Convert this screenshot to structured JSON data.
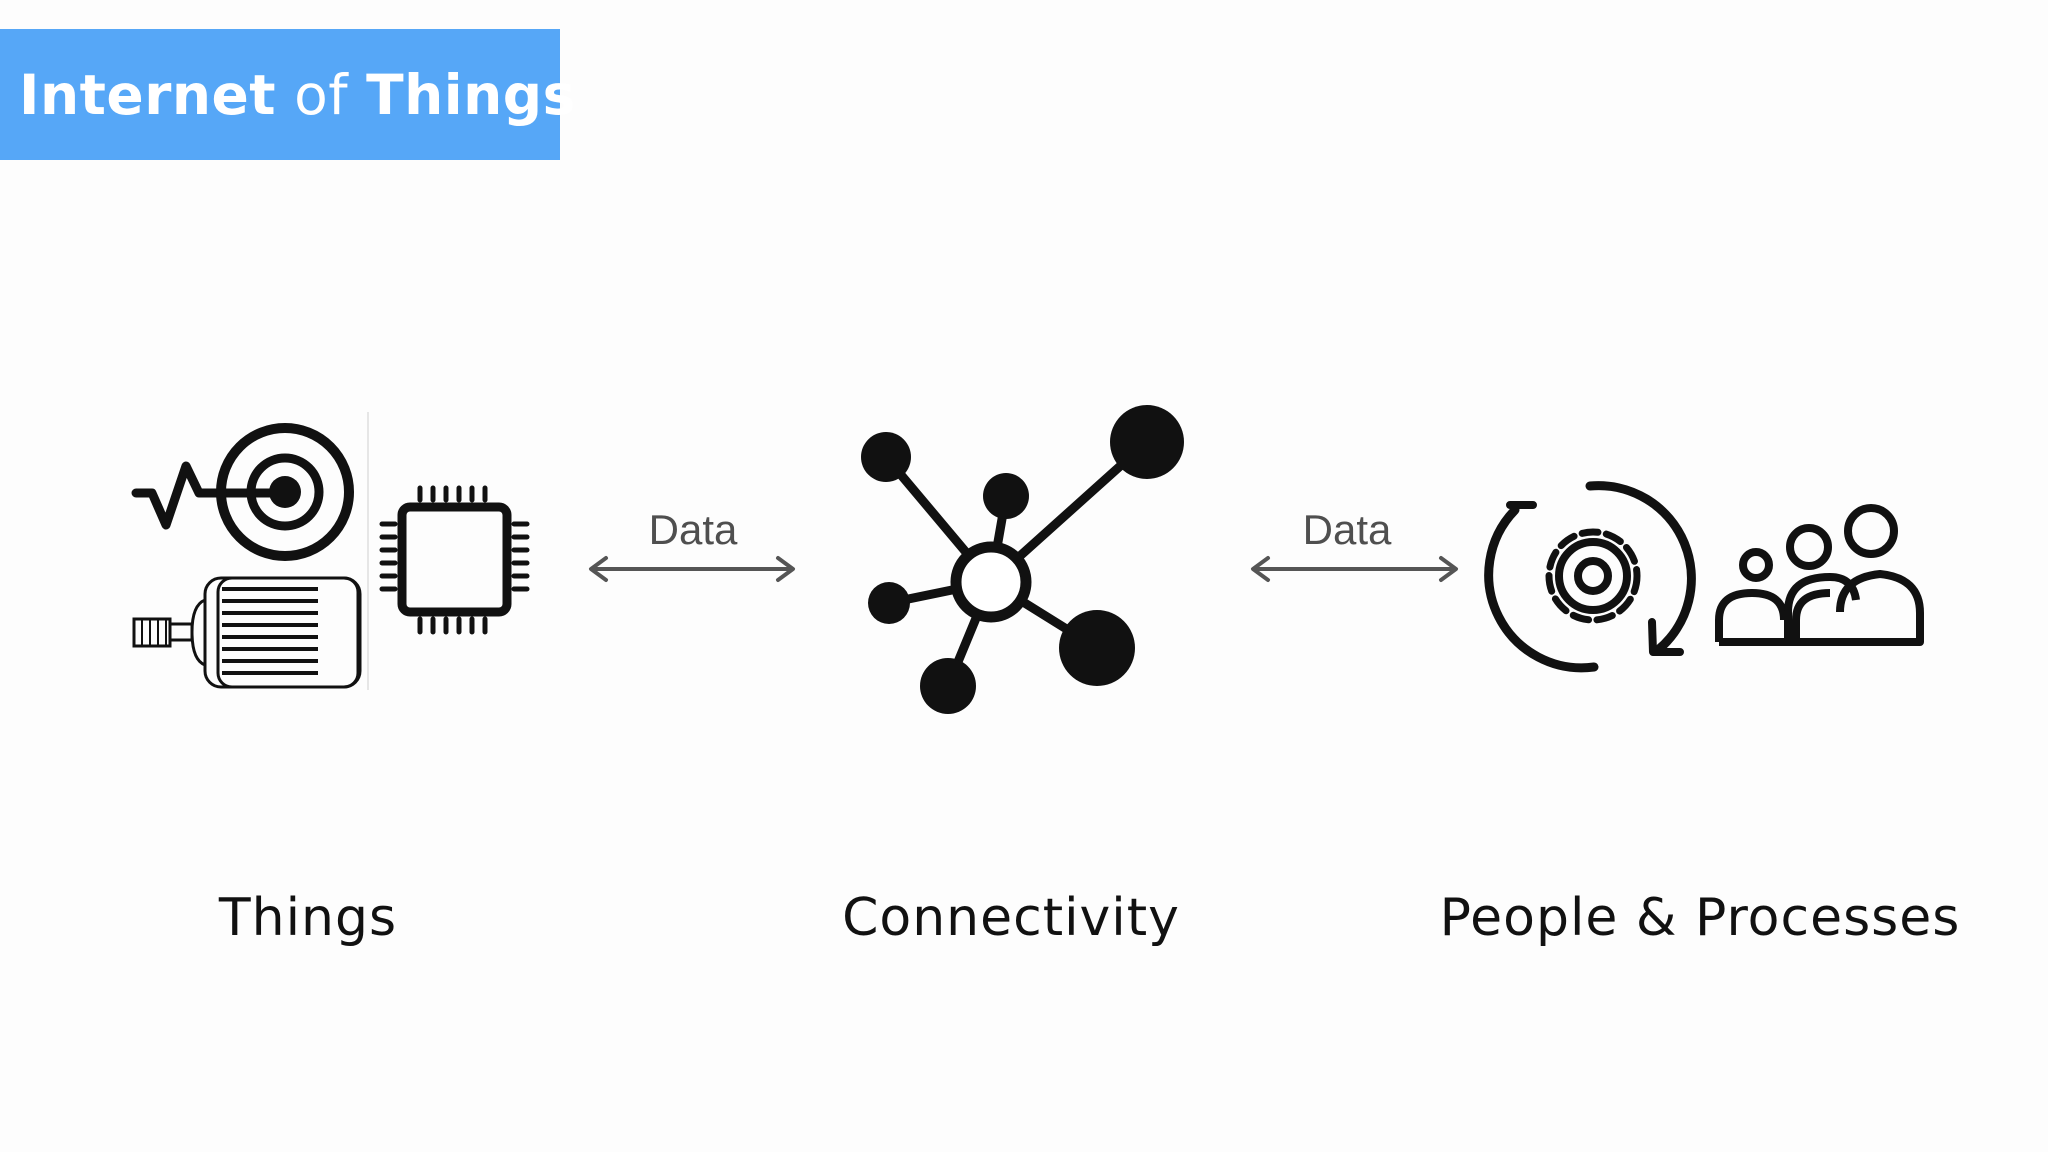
{
  "header": {
    "title_part1": "Internet",
    "title_part2": "of",
    "title_part3": "Things",
    "background_color": "#56a7f7"
  },
  "flows": [
    {
      "label": "Data"
    },
    {
      "label": "Data"
    }
  ],
  "nodes": [
    {
      "label": "Things",
      "icons": [
        "sensor-signal-icon",
        "microchip-icon",
        "motor-icon"
      ]
    },
    {
      "label": "Connectivity",
      "icons": [
        "network-hub-icon"
      ]
    },
    {
      "label": "People & Processes",
      "icons": [
        "gear-cycle-icon",
        "people-group-icon"
      ]
    }
  ]
}
